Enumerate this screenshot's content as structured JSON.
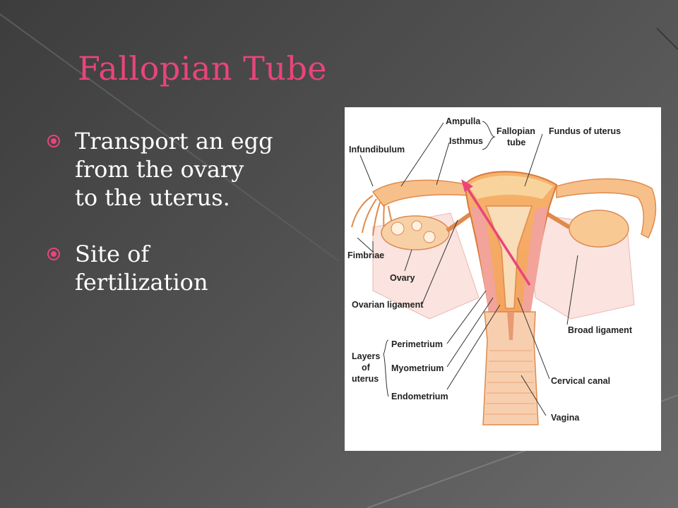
{
  "slide": {
    "title": "Fallopian Tube",
    "title_color": "#e8457a",
    "bullet_color": "#e8457a",
    "bullets": [
      {
        "text": "Transport an egg\nfrom the ovary\nto the uterus."
      },
      {
        "text": "Site of\nfertilization"
      }
    ]
  },
  "diagram": {
    "labels": {
      "ampulla": "Ampulla",
      "isthmus": "Isthmus",
      "fallopian_tube_1": "Fallopian",
      "fallopian_tube_2": "tube",
      "fundus": "Fundus of uterus",
      "infundibulum": "Infundibulum",
      "fimbriae": "Fimbriae",
      "ovary": "Ovary",
      "ovarian_ligament": "Ovarian ligament",
      "broad_ligament": "Broad ligament",
      "layers_1": "Layers",
      "layers_2": "of",
      "layers_3": "uterus",
      "perimetrium": "Perimetrium",
      "myometrium": "Myometrium",
      "endometrium": "Endometrium",
      "cervical_canal": "Cervical canal",
      "vagina": "Vagina"
    }
  }
}
